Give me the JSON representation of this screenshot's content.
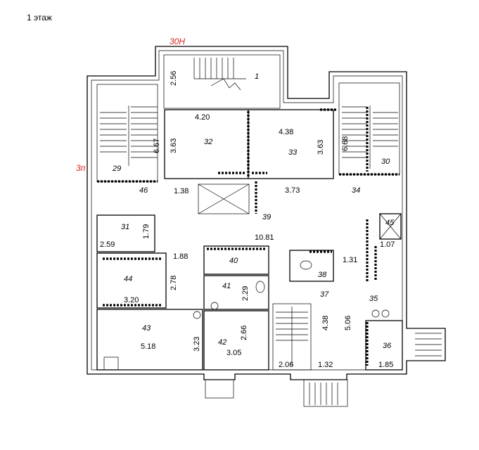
{
  "title": "1 этаж",
  "markers": {
    "top_entrance": "30Н",
    "left_entrance": "3п"
  },
  "rooms": {
    "r1": "1",
    "r29": "29",
    "r30": "30",
    "r31": "31",
    "r32": "32",
    "r33": "33",
    "r34": "34",
    "r35": "35",
    "r36": "36",
    "r37": "37",
    "r38": "38",
    "r39": "39",
    "r40": "40",
    "r41": "41",
    "r42": "42",
    "r43": "43",
    "r44": "44",
    "r45": "45",
    "r46": "46"
  },
  "dimensions": {
    "d_2_56": "2.56",
    "d_4_20": "4.20",
    "d_3_63_a": "3.63",
    "d_4_38_a": "4.38",
    "d_3_63_b": "3.63",
    "d_6_67": "6.67",
    "d_6_68": "6.68",
    "d_1_38": "1.38",
    "d_3_73": "3.73",
    "d_1_79": "1.79",
    "d_2_59": "2.59",
    "d_10_81": "10.81",
    "d_1_88": "1.88",
    "d_1_07": "1.07",
    "d_1_31": "1.31",
    "d_2_78": "2.78",
    "d_3_20": "3.20",
    "d_2_29": "2.29",
    "d_4_38_b": "4.38",
    "d_5_06": "5.06",
    "d_5_18": "5.18",
    "d_3_23": "3.23",
    "d_2_66": "2.66",
    "d_3_05": "3.05",
    "d_2_06": "2.06",
    "d_1_32": "1.32",
    "d_1_85": "1.85"
  },
  "colors": {
    "marker": "#d42020",
    "wall": "#000000"
  }
}
